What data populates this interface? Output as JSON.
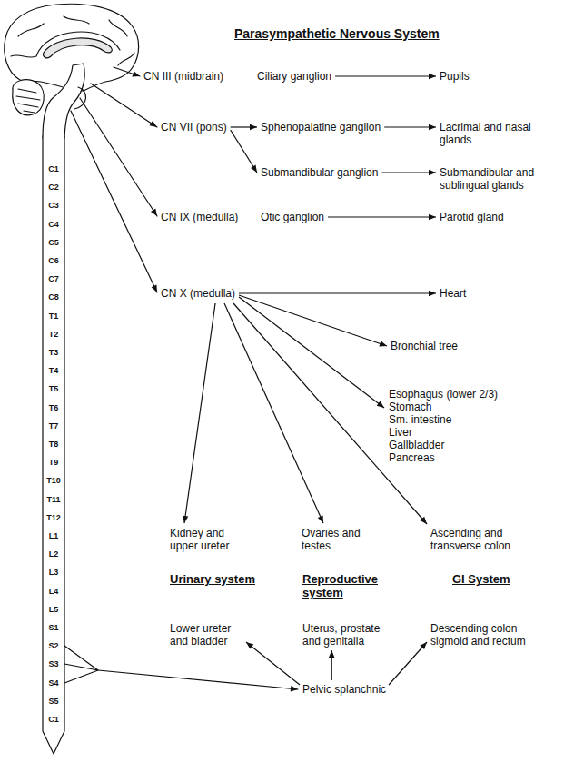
{
  "diagram": {
    "title": "Parasympathetic Nervous System",
    "nodes": [
      {
        "text": [
          "CN III (midbrain)"
        ]
      },
      {
        "text": [
          "Ciliary ganglion"
        ]
      },
      {
        "text": [
          "Pupils"
        ]
      },
      {
        "text": [
          "CN VII (pons)"
        ]
      },
      {
        "text": [
          "Sphenopalatine ganglion"
        ]
      },
      {
        "text": [
          "Lacrimal and nasal glands"
        ]
      },
      {
        "text": [
          "Submandibular ganglion"
        ]
      },
      {
        "text": [
          "Submandibular and sublingual glands"
        ]
      },
      {
        "text": [
          "CN IX (medulla)"
        ]
      },
      {
        "text": [
          "Otic ganglion"
        ]
      },
      {
        "text": [
          "Parotid gland"
        ]
      },
      {
        "text": [
          "CN X (medulla)"
        ]
      },
      {
        "text": [
          "Heart"
        ]
      },
      {
        "text": [
          "Bronchial tree"
        ]
      },
      {
        "text": [
          "Esophagus (lower 2/3)",
          "Stomach",
          "Sm. intestine",
          "Liver",
          "Gallbladder",
          "Pancreas"
        ]
      },
      {
        "text": [
          "Kidney and upper ureter"
        ]
      },
      {
        "text": [
          "Ovaries and testes"
        ]
      },
      {
        "text": [
          "Ascending and transverse colon"
        ]
      },
      {
        "text": [
          "Lower ureter and bladder"
        ]
      },
      {
        "text": [
          "Uterus, prostate and genitalia"
        ]
      },
      {
        "text": [
          "Descending colon sigmoid and rectum"
        ]
      },
      {
        "text": [
          "Pelvic splanchnic"
        ]
      }
    ],
    "edges": [
      {
        "from": 1,
        "to": 2,
        "arrow": "to"
      },
      {
        "from": 3,
        "to": 4,
        "arrow": "to"
      },
      {
        "from": 3,
        "to": 6,
        "arrow": "to"
      },
      {
        "from": 4,
        "to": 5,
        "arrow": "to"
      },
      {
        "from": 6,
        "to": 7,
        "arrow": "to"
      },
      {
        "from": 9,
        "to": 10,
        "arrow": "to"
      },
      {
        "from": 11,
        "to": 12,
        "arrow": "to"
      },
      {
        "from": 11,
        "to": 13,
        "arrow": "to"
      },
      {
        "from": 11,
        "to": 14,
        "arrow": "to"
      },
      {
        "from": 11,
        "to": 17,
        "arrow": "to"
      },
      {
        "from": 11,
        "to": 16,
        "arrow": "to"
      },
      {
        "from": 11,
        "to": 15,
        "arrow": "to"
      },
      {
        "from": 21,
        "to": 18,
        "arrow": "to"
      },
      {
        "from": 21,
        "to": 19,
        "arrow": "to"
      },
      {
        "from": 21,
        "to": 20,
        "arrow": "to"
      }
    ],
    "labels": [
      "C1",
      "C2",
      "C3",
      "C4",
      "C5",
      "C6",
      "C7",
      "C8",
      "T1",
      "T2",
      "T3",
      "T4",
      "T5",
      "T6",
      "T7",
      "T8",
      "T9",
      "T10",
      "T11",
      "T12",
      "L1",
      "L2",
      "L3",
      "L4",
      "L5",
      "S1",
      "S2",
      "S3",
      "S4",
      "S5",
      "C1",
      "Urinary system",
      "Reproductive system",
      "GI System"
    ]
  }
}
